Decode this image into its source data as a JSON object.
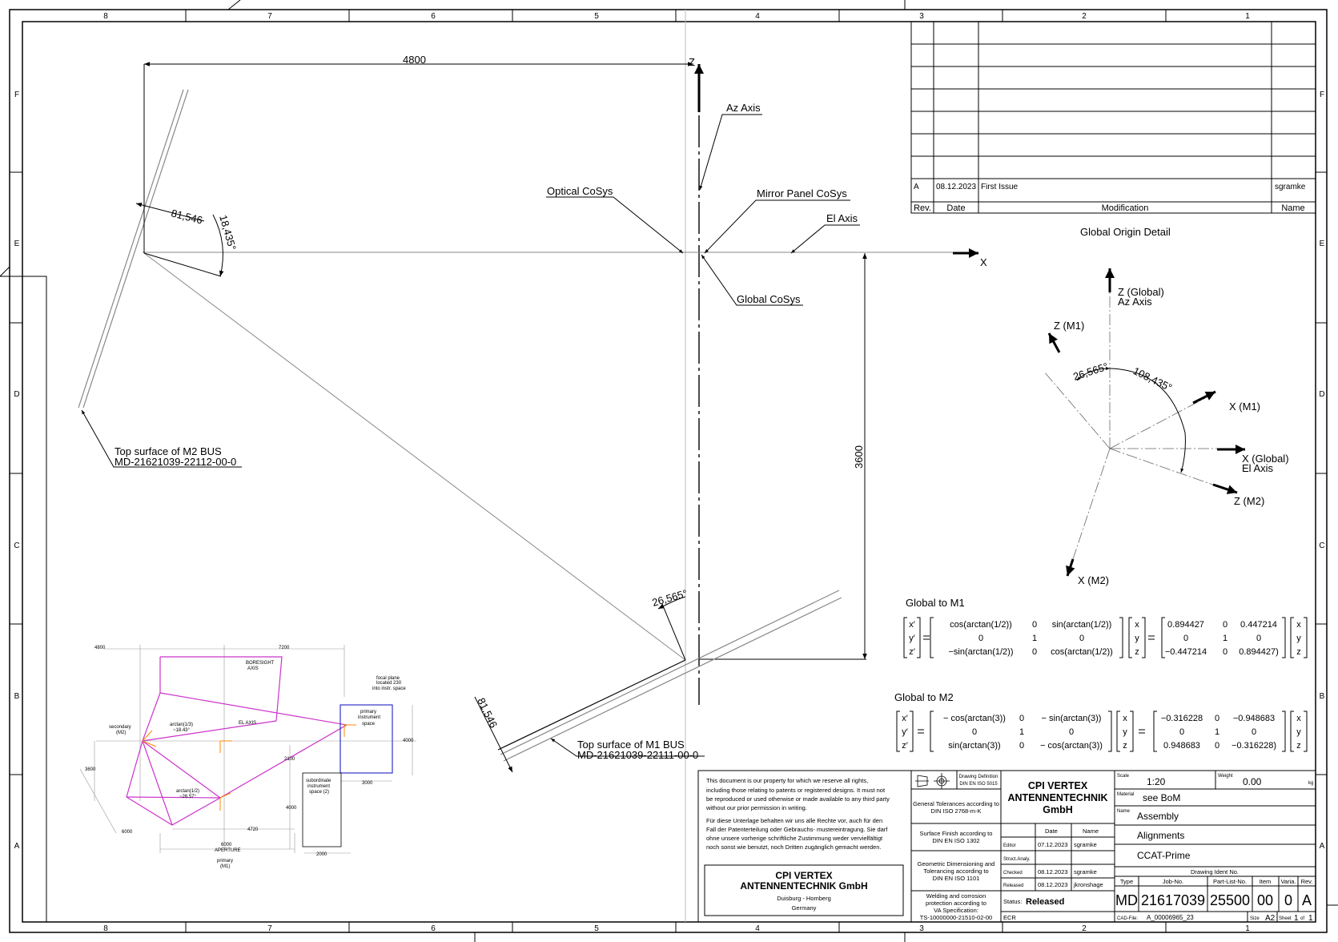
{
  "frame": {
    "columns": [
      "8",
      "7",
      "6",
      "5",
      "4",
      "3",
      "2",
      "1"
    ],
    "rows": [
      "F",
      "E",
      "D",
      "C",
      "B",
      "A"
    ]
  },
  "main": {
    "dim_4800": "4800",
    "dim_3600": "3600",
    "dim_81546_top": "81,546",
    "dim_18435": "18,435°",
    "dim_26565": "26,565°",
    "dim_81546_bottom": "81,546",
    "z_label": "Z",
    "x_label": "X",
    "az_axis": "Az Axis",
    "optical_cosys": "Optical CoSys",
    "mirror_panel_cosys": "Mirror Panel CoSys",
    "el_axis": "El Axis",
    "global_cosys": "Global CoSys",
    "m2_line1": "Top surface of M2 BUS",
    "m2_line2": "MD-21621039-22112-00-0",
    "m1_line1": "Top surface of M1 BUS",
    "m1_line2": "MD-21621039-22111-00-0"
  },
  "revision_table": {
    "row_rev": "A",
    "row_date": "08.12.2023",
    "row_mod": "First Issue",
    "row_name": "sgramke",
    "h_rev": "Rev.",
    "h_date": "Date",
    "h_mod": "Modification",
    "h_name": "Name"
  },
  "detail": {
    "title": "Global Origin Detail",
    "z_global_1": "Z (Global)",
    "z_global_2": "Az Axis",
    "z_m1": "Z (M1)",
    "x_m1": "X (M1)",
    "x_global_1": "X (Global)",
    "x_global_2": "El Axis",
    "z_m2": "Z (M2)",
    "x_m2": "X (M2)",
    "ang_26565": "26,565°",
    "ang_108435": "108,435°"
  },
  "matrices": {
    "m1_title": "Global to M1",
    "m2_title": "Global to M2",
    "m1_sym": [
      [
        "cos(arctan(1/2))",
        "0",
        "sin(arctan(1/2))"
      ],
      [
        "0",
        "1",
        "0"
      ],
      [
        "−sin(arctan(1/2))",
        "0",
        "cos(arctan(1/2))"
      ]
    ],
    "m1_num": [
      [
        "0.894427",
        "0",
        "0.447214"
      ],
      [
        "0",
        "1",
        "0"
      ],
      [
        "−0.447214",
        "0",
        "0.894427)"
      ]
    ],
    "m2_sym": [
      [
        "− cos(arctan(3))",
        "0",
        "− sin(arctan(3))"
      ],
      [
        "0",
        "1",
        "0"
      ],
      [
        "sin(arctan(3))",
        "0",
        "− cos(arctan(3))"
      ]
    ],
    "m2_num": [
      [
        "−0.316228",
        "0",
        "−0.948683"
      ],
      [
        "0",
        "1",
        "0"
      ],
      [
        "0.948683",
        "0",
        "−0.316228)"
      ]
    ],
    "vec_primed": [
      "x′",
      "y′",
      "z′"
    ],
    "vec": [
      "x",
      "y",
      "z"
    ]
  },
  "inset": {
    "d4800": "4800",
    "d7200": "7200",
    "boresight_1": "BORESIGHT",
    "boresight_2": "AXIS",
    "focal_1": "focal plane",
    "focal_2": "located 230",
    "focal_3": "into instr. space",
    "primary_instr_1": "primary",
    "primary_instr_2": "instrument",
    "primary_instr_3": "space",
    "secondary_1": "secondary",
    "secondary_2": "(M2)",
    "arctan13_1": "arctan(1/3)",
    "arctan13_2": "~18.43°",
    "el_axis": "EL AXIS",
    "d3600": "3600",
    "d2100": "2100",
    "d4000_right": "4000",
    "subordinate_1": "subordinate",
    "subordinate_2": "instrument",
    "subordinate_3": "space (2)",
    "d3000": "3000",
    "arctan12_1": "arctan(1/2)",
    "arctan12_2": "~26.57°",
    "d4000": "4000",
    "d6000_left": "6000",
    "d4720": "4720",
    "d6000_ap": "6000",
    "aperture": "APERTURE",
    "primary_1": "primary",
    "primary_2": "(M1)",
    "d2000": "2000"
  },
  "title_block": {
    "legal_en": [
      "This document is our property for which we reserve all rights,",
      "including those relating to patents or registered designs. It must not",
      "be reproduced or used otherwise or made available to any third party",
      "without our prior permission in writing."
    ],
    "legal_de": [
      "Für diese Unterlage behalten wir uns alle Rechte vor, auch für den",
      "Fall der Patenterteilung oder Gebrauchs- mustereintragung. Sie darf",
      "ohne unsere vorherige schriftliche Zustimmung weder vervielfältigt",
      "noch sonst wie benutzt, noch Dritten zugänglich gemacht werden."
    ],
    "company_1": "CPI VERTEX",
    "company_2": "ANTENNENTECHNIK GmbH",
    "company_city": "Duisburg - Homberg",
    "company_country": "Germany",
    "drawing_def_1": "Drawing Definition",
    "drawing_def_2": "DIN EN ISO 5015",
    "gen_tol": [
      "General Tolerances according to",
      "DIN ISO 2768-m-K"
    ],
    "surface": [
      "Surface Finish according to",
      "DIN EN ISO 1302"
    ],
    "gdt": [
      "Geometric Dimensioning and",
      "Tolerancing according to",
      "DIN EN ISO 1101"
    ],
    "welding": [
      "Welding and corrosion",
      "protection according to",
      "VA Specification:",
      "TS-10000000-21510-02-00"
    ],
    "logo_1": "CPI VERTEX",
    "logo_2": "ANTENNENTECHNIK",
    "logo_3": "GmbH",
    "h_date": "Date",
    "h_name": "Name",
    "editor": "Editor",
    "editor_date": "07.12.2023",
    "editor_name": "sgramke",
    "struct": "Struct.Analy.",
    "checked": "Checked",
    "checked_date": "08.12.2023",
    "checked_name": "sgramke",
    "released": "Released",
    "released_date": "08.12.2023",
    "released_name": "jkronshage",
    "status_label": "Status:",
    "status_value": "Released",
    "ecr": "ECR",
    "scale_label": "Scale",
    "scale_value": "1:20",
    "weight_label": "Weight",
    "weight_value": "0.00",
    "weight_unit": "kg",
    "material_label": "Material",
    "material_value": "see BoM",
    "name_label": "Name",
    "name_1": "Assembly",
    "name_2": "Alignments",
    "name_3": "CCAT-Prime",
    "ident_label": "Drawing Ident No.",
    "type_h": "Type",
    "job_h": "Job-No.",
    "part_h": "Part-List-No.",
    "item_h": "Item",
    "varia_h": "Varia.",
    "rev_h": "Rev.",
    "type_v": "MD",
    "job_v": "21617039",
    "part_v": "25500",
    "item_v": "00",
    "varia_v": "0",
    "rev_v": "A",
    "cad_label": "CAD-File:",
    "cad_value": "A_00006965_23",
    "size_label": "Size",
    "size_value": "A2",
    "sheet_label": "Sheet",
    "sheet_value": "1",
    "of_label": "of",
    "of_value": "1"
  }
}
